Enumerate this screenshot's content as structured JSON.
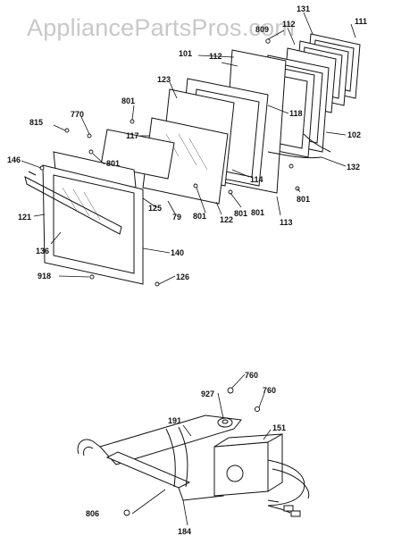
{
  "watermark": "AppliancePartsPros.com",
  "door_assembly": {
    "callouts": [
      "131",
      "111",
      "809",
      "112",
      "101",
      "112",
      "123",
      "118",
      "102",
      "132",
      "801",
      "801",
      "117",
      "770",
      "815",
      "146",
      "801",
      "801",
      "114",
      "79",
      "801",
      "122",
      "801",
      "113",
      "125",
      "121",
      "136",
      "140",
      "918",
      "126"
    ]
  },
  "hinge_assembly": {
    "callouts": [
      "760",
      "927",
      "760",
      "191",
      "151",
      "806",
      "184"
    ]
  }
}
